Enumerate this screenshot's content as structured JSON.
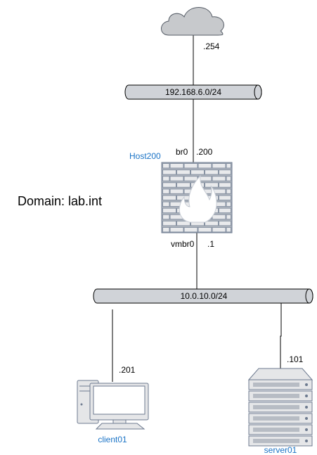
{
  "domain_label": "Domain: lab.int",
  "internet": {
    "ip_suffix": ".254"
  },
  "upper_network": {
    "label": "192.168.6.0/24"
  },
  "firewall": {
    "name": "Host200",
    "upper_interface": "br0",
    "upper_ip": ".200",
    "lower_interface": "vmbr0",
    "lower_ip": ".1"
  },
  "lower_network": {
    "label": "10.0.10.0/24"
  },
  "client": {
    "name": "client01",
    "ip_suffix": ".201"
  },
  "server": {
    "name": "server01",
    "ip_suffix": ".101"
  },
  "colors": {
    "pipe_fill": "#d0d3d8",
    "device_fill": "#e5e6e8",
    "device_stroke": "#6d7a8f",
    "label_blue": "#1a73c6"
  }
}
